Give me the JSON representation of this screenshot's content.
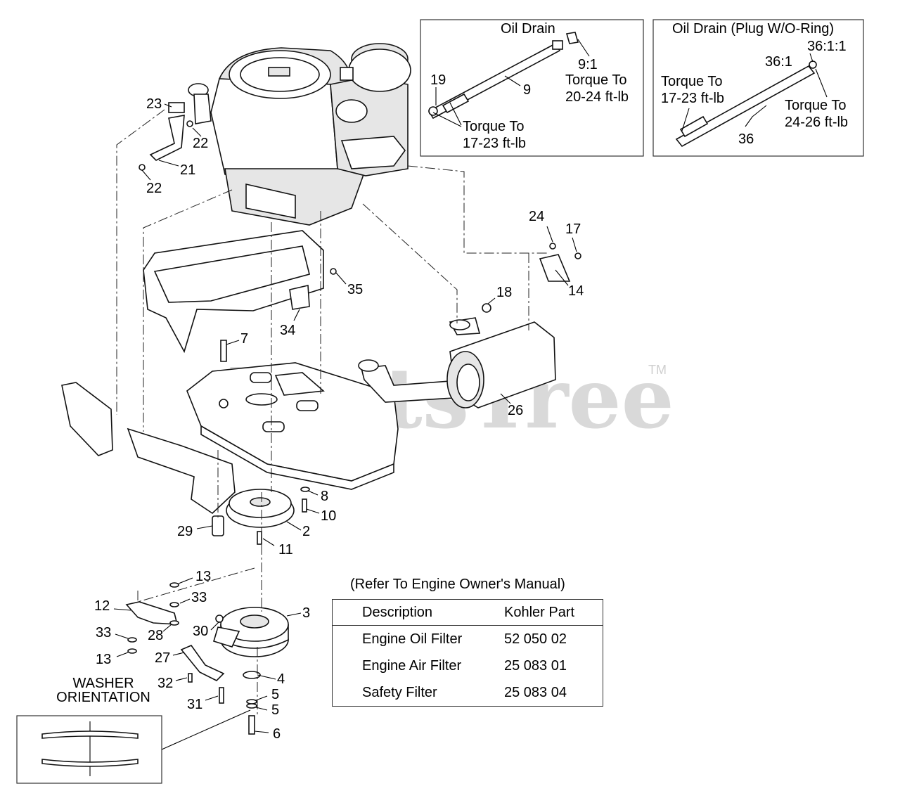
{
  "watermark": {
    "text": "PartsTree",
    "tm": "TM"
  },
  "insets": {
    "oil_drain": {
      "title": "Oil Drain",
      "torque_label_1": "Torque To",
      "torque_value_1": "20-24 ft-lb",
      "torque_label_2": "Torque To",
      "torque_value_2": "17-23 ft-lb",
      "callouts": [
        "9:1",
        "19",
        "9"
      ]
    },
    "oil_drain_plug": {
      "title": "Oil Drain (Plug W/O-Ring)",
      "torque_label_1": "Torque To",
      "torque_value_1": "17-23 ft-lb",
      "torque_label_2": "Torque To",
      "torque_value_2": "24-26 ft-lb",
      "callouts": [
        "36:1:1",
        "36:1",
        "36"
      ]
    }
  },
  "callouts": {
    "c23": "23",
    "c22a": "22",
    "c21": "21",
    "c22b": "22",
    "c24": "24",
    "c17": "17",
    "c14": "14",
    "c18": "18",
    "c35": "35",
    "c34": "34",
    "c7": "7",
    "c26": "26",
    "c8": "8",
    "c10": "10",
    "c2": "2",
    "c11": "11",
    "c29": "29",
    "c13a": "13",
    "c33a": "33",
    "c12": "12",
    "c33b": "33",
    "c28": "28",
    "c13b": "13",
    "c30": "30",
    "c3": "3",
    "c27": "27",
    "c4": "4",
    "c32": "32",
    "c5a": "5",
    "c5b": "5",
    "c31": "31",
    "c6": "6"
  },
  "washer_orientation": {
    "line1": "WASHER",
    "line2": "ORIENTATION"
  },
  "engine_reference": {
    "note": "(Refer To Engine Owner's Manual)",
    "headers": {
      "description": "Description",
      "part": "Kohler Part"
    },
    "rows": [
      {
        "description": "Engine Oil Filter",
        "part": "52 050 02"
      },
      {
        "description": "Engine Air Filter",
        "part": "25 083 01"
      },
      {
        "description": "Safety Filter",
        "part": "25 083 04"
      }
    ]
  }
}
